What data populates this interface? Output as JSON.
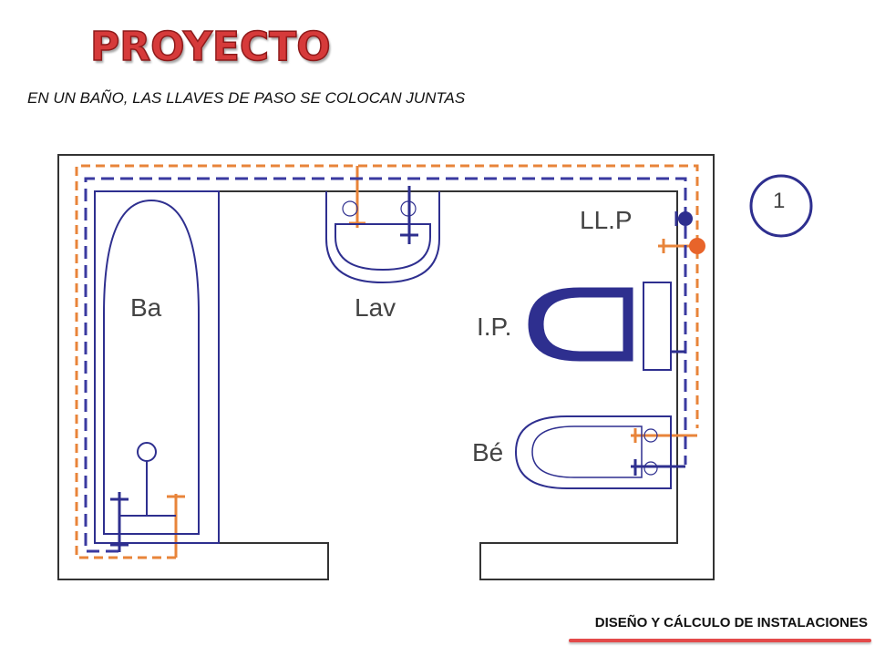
{
  "title": "PROYECTO",
  "subtitle": "EN UN BAÑO, LAS LLAVES DE PASO SE COLOCAN JUNTAS",
  "footer": "DISEÑO Y CÁLCULO DE INSTALACIONES",
  "plan": {
    "labels": {
      "bathtub": "Ba",
      "sink": "Lav",
      "toilet": "I.P.",
      "bidet": "Bé",
      "valve": "LL.P",
      "figure_number": "1"
    },
    "colors": {
      "wall_outline": "#333333",
      "fixture_blue": "#2e2f8f",
      "cold_water_blue": "#3a3aa0",
      "hot_water_orange": "#e8843a",
      "valve_cold": "#2e2f8f",
      "valve_hot": "#e8642a"
    }
  }
}
